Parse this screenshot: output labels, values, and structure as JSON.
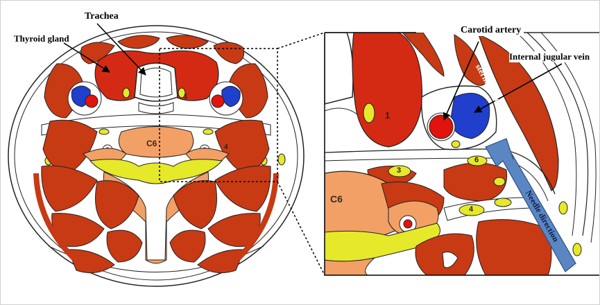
{
  "labels": {
    "trachea": "Trachea",
    "thyroid_gland": "Thyroid gland",
    "carotid_artery": "Carotid artery",
    "internal_jugular_vein": "Internal jugular vein",
    "sternocleidomastoid": "sternocleidomastoid muscle",
    "needle_direction": "Needle direction",
    "vertebra_left": "C6",
    "vertebra_right": "C6"
  },
  "numbers": {
    "left_1": "1",
    "left_4": "4",
    "right_1": "1",
    "right_3": "3",
    "right_4": "4",
    "right_6": "6"
  },
  "colors": {
    "muscle": "#c73a14",
    "thyroid": "#d42a14",
    "vertebra": "#f2a066",
    "nerve": "#e6e82a",
    "vein": "#1f3fcc",
    "artery": "#e0140c",
    "needle": "#5b86c4"
  }
}
